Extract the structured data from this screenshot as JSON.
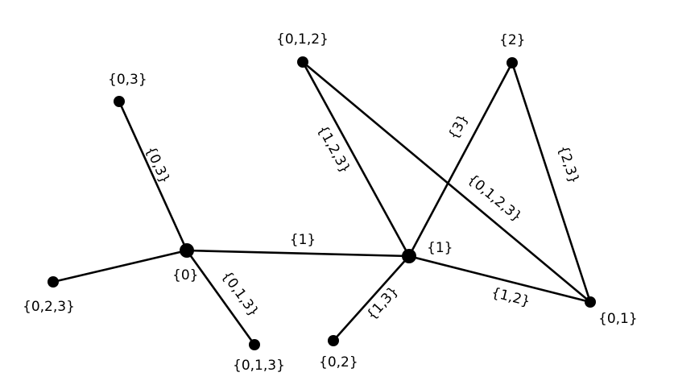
{
  "diagram": {
    "nodes": [
      {
        "id": "n03",
        "label": "{0,3}"
      },
      {
        "id": "n0",
        "label": "{0}"
      },
      {
        "id": "n023",
        "label": "{0,2,3}"
      },
      {
        "id": "n013",
        "label": "{0,1,3}"
      },
      {
        "id": "n1",
        "label": "{1}"
      },
      {
        "id": "n02",
        "label": "{0,2}"
      },
      {
        "id": "n012",
        "label": "{0,1,2}"
      },
      {
        "id": "n2",
        "label": "{2}"
      },
      {
        "id": "n01",
        "label": "{0,1}"
      }
    ],
    "edges": [
      {
        "from": "n03",
        "to": "n0",
        "label": "{0,3}"
      },
      {
        "from": "n0",
        "to": "n023",
        "label": ""
      },
      {
        "from": "n0",
        "to": "n013",
        "label": "{0,1,3}"
      },
      {
        "from": "n0",
        "to": "n1",
        "label": "{1}"
      },
      {
        "from": "n012",
        "to": "n1",
        "label": "{1,2,3}"
      },
      {
        "from": "n012",
        "to": "n01",
        "label": "{0,1,2,3}"
      },
      {
        "from": "n2",
        "to": "n1",
        "label": "{3}"
      },
      {
        "from": "n2",
        "to": "n01",
        "label": "{2,3}"
      },
      {
        "from": "n1",
        "to": "n01",
        "label": "{1,2}"
      },
      {
        "from": "n1",
        "to": "n02",
        "label": "{1,3}"
      }
    ]
  }
}
